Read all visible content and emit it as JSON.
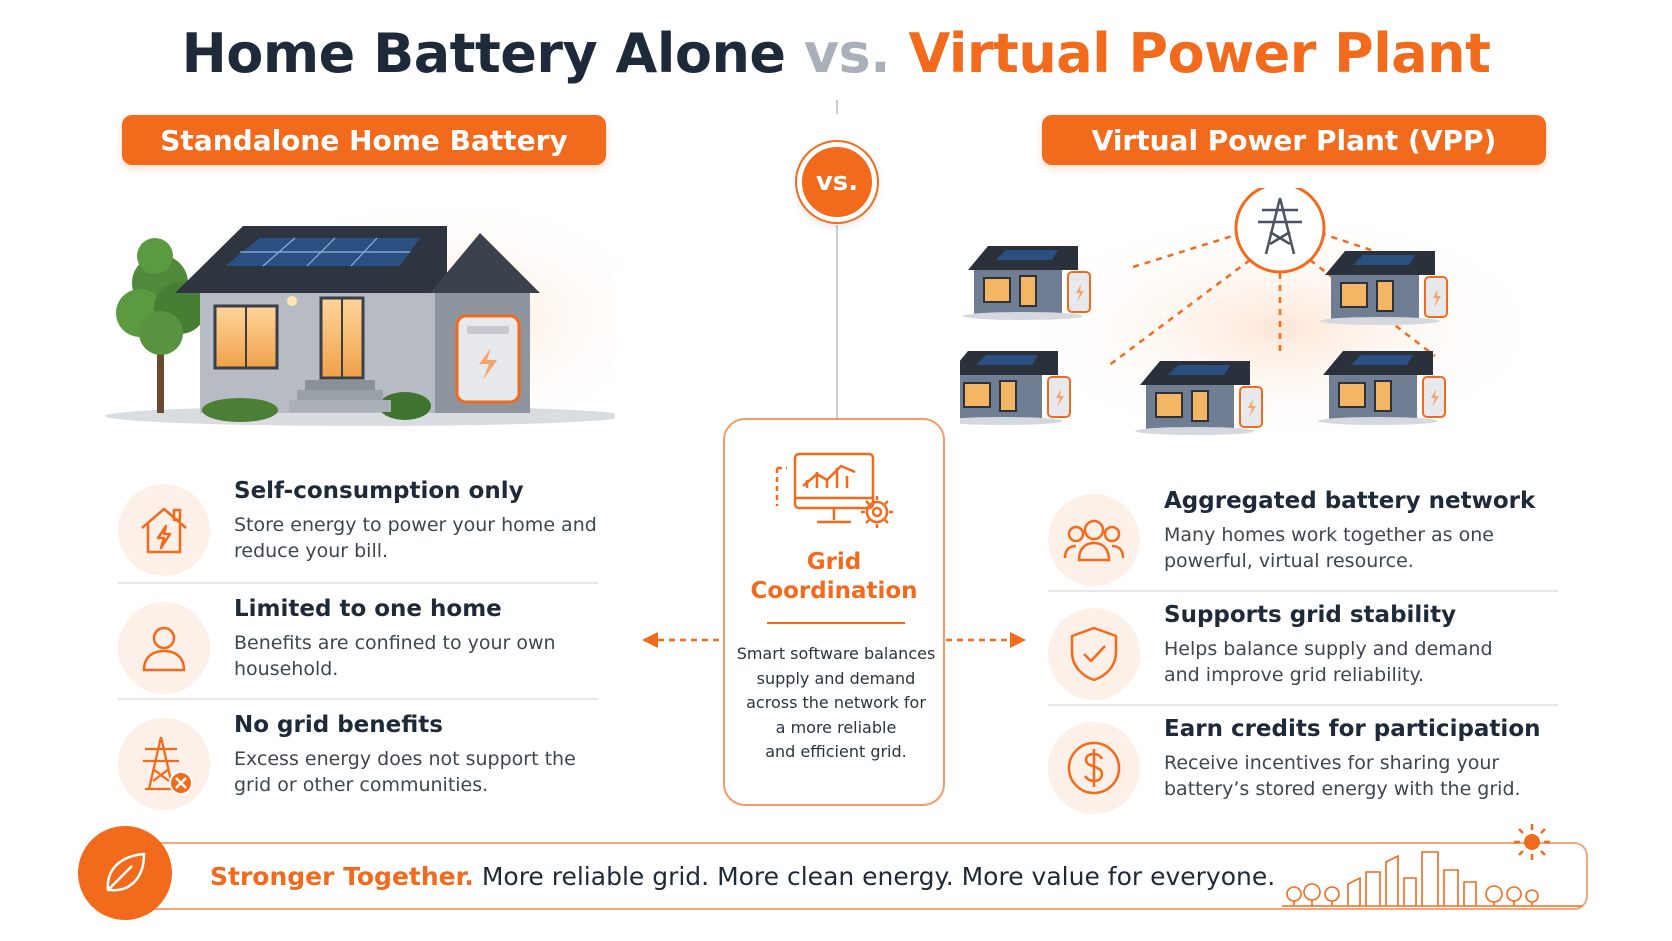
{
  "title": {
    "left": "Home Battery Alone",
    "vs": "vs.",
    "right": "Virtual Power Plant"
  },
  "colors": {
    "accent": "#f26b1d",
    "dark": "#1e2a3a",
    "muted": "#a9b0b9",
    "tint": "#fdf0e8"
  },
  "left_section": {
    "header": "Standalone Home Battery",
    "features": [
      {
        "icon": "house-bolt-icon",
        "title": "Self-consumption only",
        "desc": "Store energy to power your home and reduce your bill."
      },
      {
        "icon": "person-icon",
        "title": "Limited to one home",
        "desc": "Benefits are confined to your own household."
      },
      {
        "icon": "tower-x-icon",
        "title": "No grid benefits",
        "desc": "Excess energy does not support the grid or other communities."
      }
    ]
  },
  "center": {
    "vs": "vs.",
    "card_icon": "monitor-gear-icon",
    "card_title": "Grid\nCoordination",
    "card_desc": "Smart software balances\nsupply and demand\nacross the network for\na more reliable\nand efficient grid."
  },
  "right_section": {
    "header": "Virtual Power Plant (VPP)",
    "features": [
      {
        "icon": "group-icon",
        "title": "Aggregated battery network",
        "desc": "Many homes work together as one powerful, virtual resource."
      },
      {
        "icon": "shield-check-icon",
        "title": "Supports grid stability",
        "desc": "Helps balance supply and demand and improve grid reliability."
      },
      {
        "icon": "dollar-icon",
        "title": "Earn credits for participation",
        "desc": "Receive incentives for sharing your battery’s stored energy with the grid."
      }
    ]
  },
  "bottom": {
    "icon": "leaf-icon",
    "accent": "Stronger Together.",
    "text": "More reliable grid. More clean energy. More value for everyone."
  }
}
